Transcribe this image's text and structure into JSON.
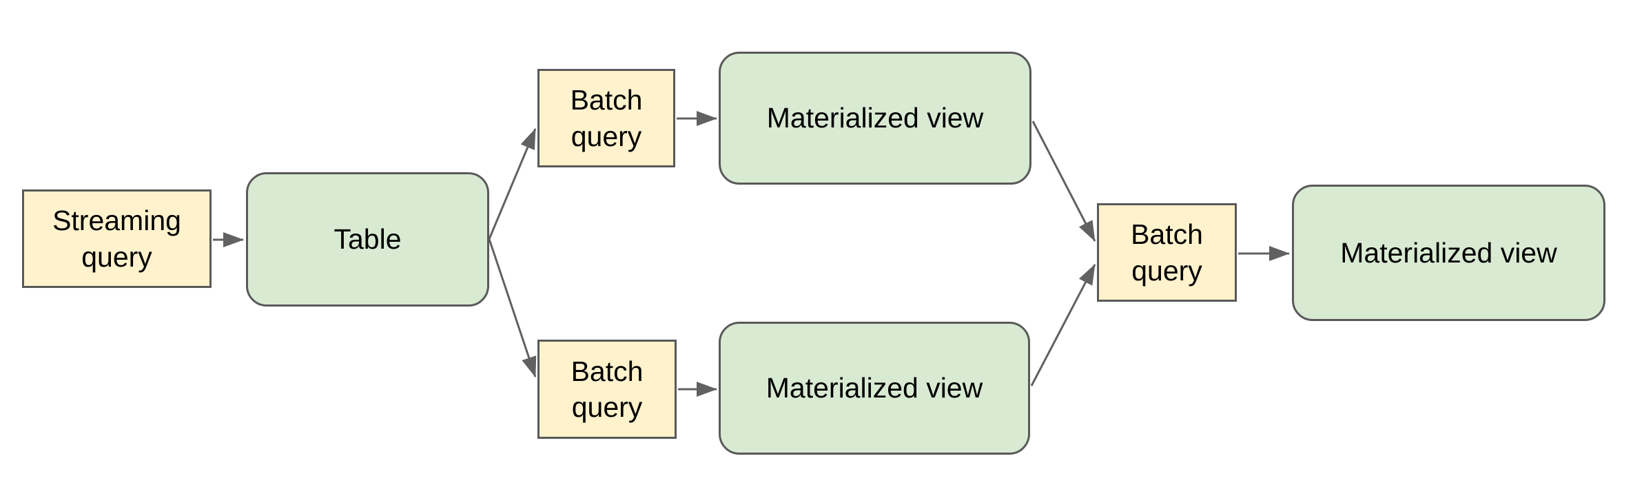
{
  "diagram": {
    "type": "flowchart",
    "background": "#ffffff",
    "nodes": [
      {
        "id": "streaming-query",
        "label": "Streaming query",
        "kind": "query",
        "shape": "rectangle",
        "fill": "#fff2cc"
      },
      {
        "id": "table",
        "label": "Table",
        "kind": "data",
        "shape": "rounded",
        "fill": "#d9ead3"
      },
      {
        "id": "batch-query-top",
        "label": "Batch query",
        "kind": "query",
        "shape": "rectangle",
        "fill": "#fff2cc"
      },
      {
        "id": "materialized-view-top",
        "label": "Materialized view",
        "kind": "data",
        "shape": "rounded",
        "fill": "#d9ead3"
      },
      {
        "id": "batch-query-bottom",
        "label": "Batch query",
        "kind": "query",
        "shape": "rectangle",
        "fill": "#fff2cc"
      },
      {
        "id": "materialized-view-bottom",
        "label": "Materialized view",
        "kind": "data",
        "shape": "rounded",
        "fill": "#d9ead3"
      },
      {
        "id": "batch-query-right",
        "label": "Batch query",
        "kind": "query",
        "shape": "rectangle",
        "fill": "#fff2cc"
      },
      {
        "id": "materialized-view-right",
        "label": "Materialized view",
        "kind": "data",
        "shape": "rounded",
        "fill": "#d9ead3"
      }
    ],
    "edges": [
      {
        "from": "streaming-query",
        "to": "table"
      },
      {
        "from": "table",
        "to": "batch-query-top"
      },
      {
        "from": "table",
        "to": "batch-query-bottom"
      },
      {
        "from": "batch-query-top",
        "to": "materialized-view-top"
      },
      {
        "from": "batch-query-bottom",
        "to": "materialized-view-bottom"
      },
      {
        "from": "materialized-view-top",
        "to": "batch-query-right"
      },
      {
        "from": "materialized-view-bottom",
        "to": "batch-query-right"
      },
      {
        "from": "batch-query-right",
        "to": "materialized-view-right"
      }
    ],
    "colors": {
      "query_fill": "#fff2cc",
      "data_fill": "#d9ead3",
      "border": "#595959",
      "arrow": "#616161",
      "text": "#000000",
      "background": "#ffffff"
    }
  }
}
